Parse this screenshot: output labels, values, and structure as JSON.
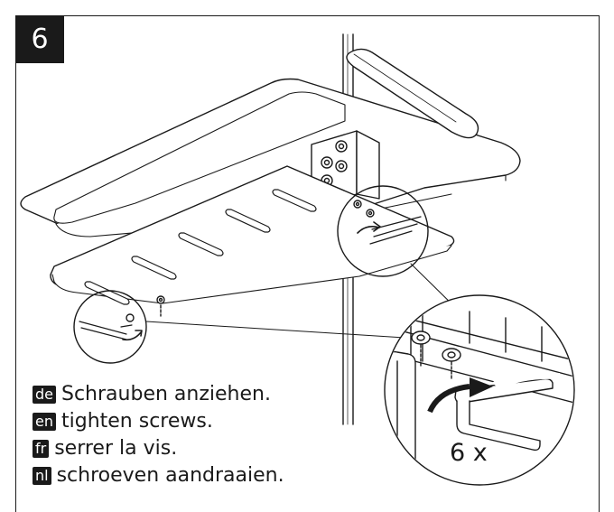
{
  "step": {
    "number": "6"
  },
  "instructions": [
    {
      "lang": "de",
      "text": "Schrauben anziehen."
    },
    {
      "lang": "en",
      "text": "tighten screws."
    },
    {
      "lang": "fr",
      "text": "serrer la vis."
    },
    {
      "lang": "nl",
      "text": "schroeven aandraaien."
    }
  ],
  "detail": {
    "quantity": "6 x"
  },
  "colors": {
    "ink": "#1a1a1a",
    "paper": "#ffffff"
  }
}
